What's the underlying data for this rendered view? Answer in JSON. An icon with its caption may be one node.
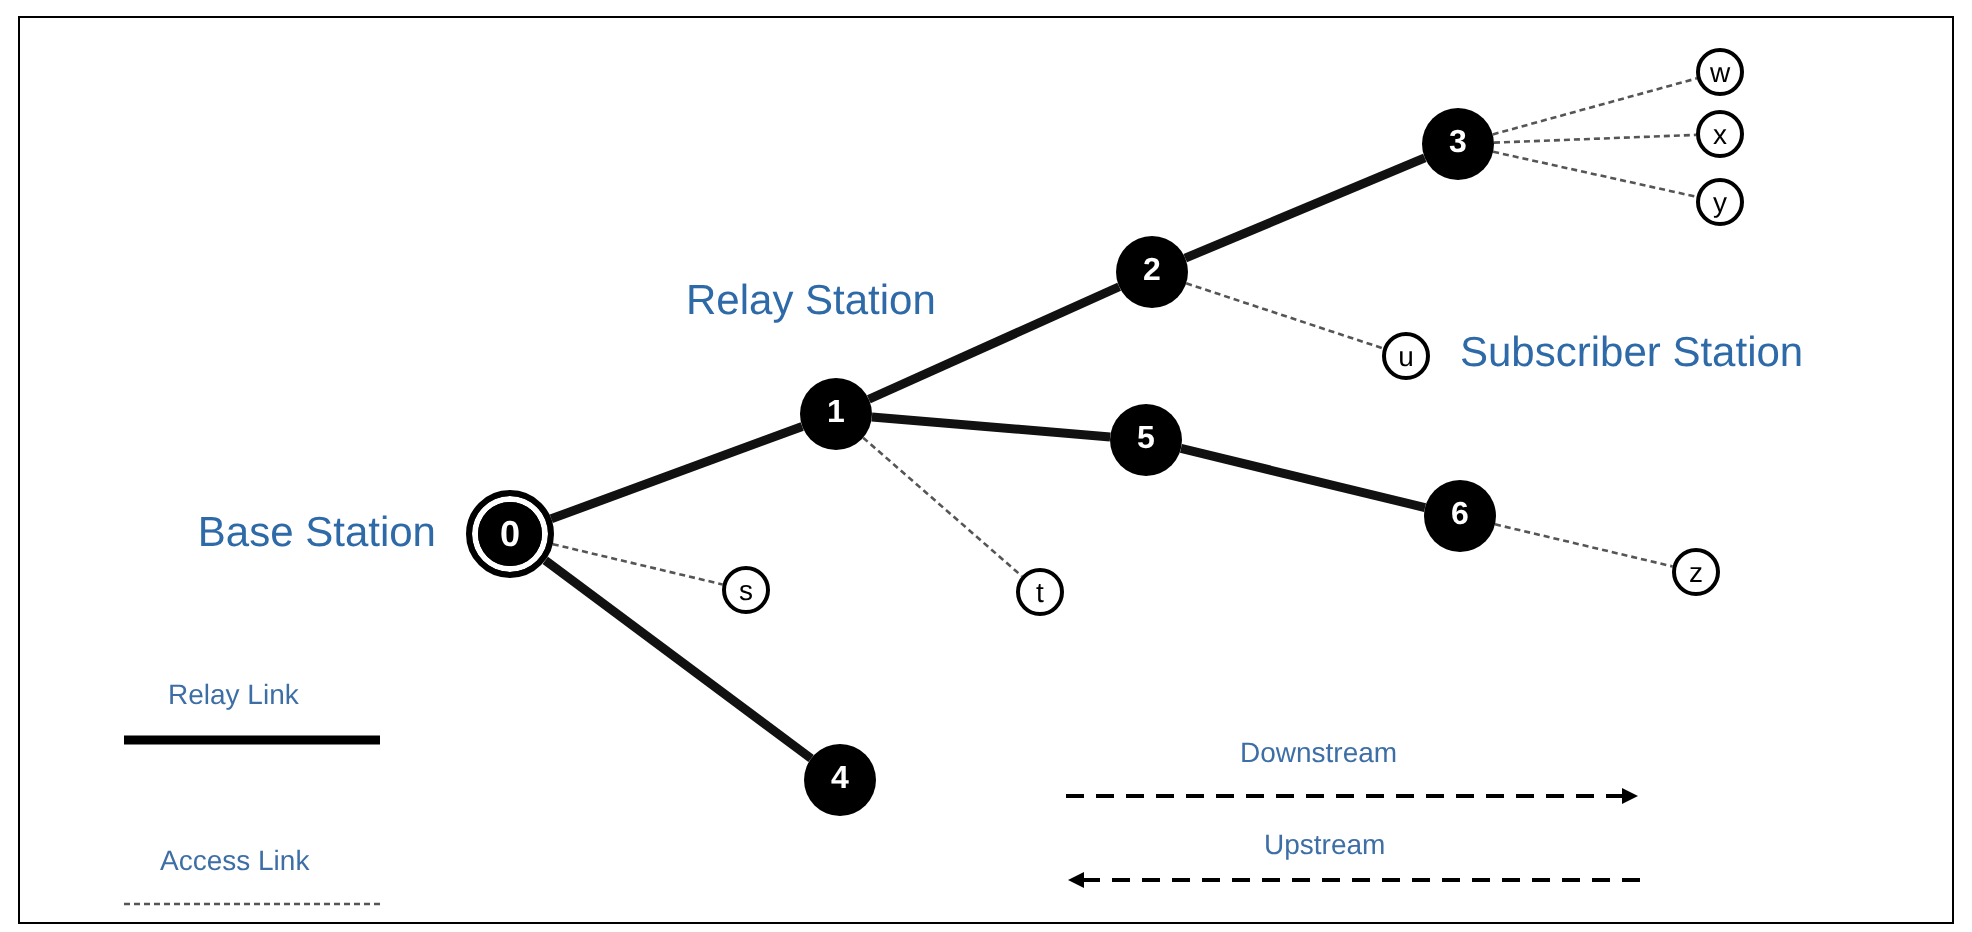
{
  "diagram": {
    "nodes": [
      {
        "text": [
          "0"
        ],
        "beside": [
          "Base Station"
        ]
      },
      {
        "text": [
          "1"
        ],
        "beside": [
          "Relay Station"
        ]
      },
      {
        "text": [
          "2"
        ]
      },
      {
        "text": [
          "3"
        ]
      },
      {
        "text": [
          "4"
        ]
      },
      {
        "text": [
          "5"
        ]
      },
      {
        "text": [
          "6"
        ]
      },
      {
        "text": [
          "s"
        ]
      },
      {
        "text": [
          "t"
        ]
      },
      {
        "text": [
          "u"
        ],
        "beside": [
          "Subscriber Station"
        ]
      },
      {
        "text": [
          "w"
        ]
      },
      {
        "text": [
          "x"
        ]
      },
      {
        "text": [
          "y"
        ]
      },
      {
        "text": [
          "z"
        ]
      }
    ],
    "edges": [
      {
        "from": 0,
        "to": 1,
        "arrow": "none",
        "style": "thick"
      },
      {
        "from": 0,
        "to": 7,
        "arrow": "none",
        "style": "dashed"
      },
      {
        "from": 0,
        "to": 4,
        "arrow": "none",
        "style": "thick"
      },
      {
        "from": 1,
        "to": 2,
        "arrow": "none",
        "style": "thick"
      },
      {
        "from": 1,
        "to": 5,
        "arrow": "none",
        "style": "thick"
      },
      {
        "from": 1,
        "to": 8,
        "arrow": "none",
        "style": "dashed"
      },
      {
        "from": 2,
        "to": 3,
        "arrow": "none",
        "style": "thick"
      },
      {
        "from": 2,
        "to": 9,
        "arrow": "none",
        "style": "dashed"
      },
      {
        "from": 3,
        "to": 10,
        "arrow": "none",
        "style": "dashed"
      },
      {
        "from": 3,
        "to": 11,
        "arrow": "none",
        "style": "dashed"
      },
      {
        "from": 3,
        "to": 12,
        "arrow": "none",
        "style": "dashed"
      },
      {
        "from": 5,
        "to": 6,
        "arrow": "none",
        "style": "thick"
      },
      {
        "from": 6,
        "to": 13,
        "arrow": "none",
        "style": "dashed"
      }
    ],
    "legend": [
      {
        "text": "Relay Link"
      },
      {
        "text": "Access Link"
      },
      {
        "text": "Downstream"
      },
      {
        "text": "Upstream"
      }
    ]
  }
}
